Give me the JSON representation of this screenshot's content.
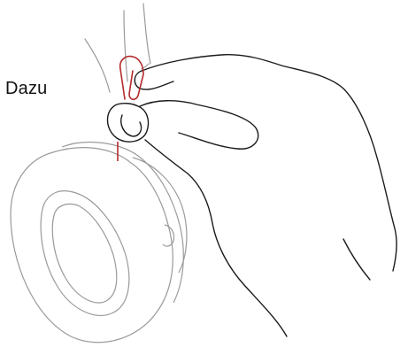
{
  "callout": {
    "label": "Dazu"
  },
  "colors": {
    "outline_dark": "#1a1a1a",
    "outline_light": "#9a9a9a",
    "paperclip": "#b52b2b",
    "background": "#ffffff"
  },
  "icons": {
    "paperclip": "paperclip-icon",
    "hand": "hand-illustration",
    "earcup": "headphone-earcup-illustration"
  }
}
